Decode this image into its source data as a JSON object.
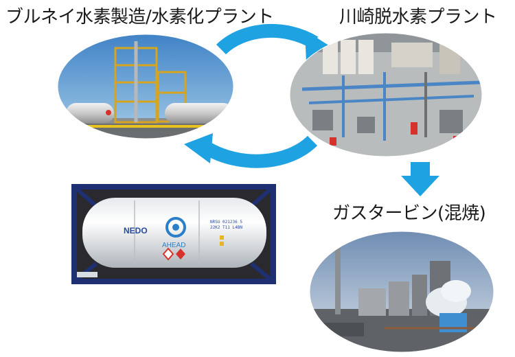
{
  "labels": {
    "brunei_plant": "ブルネイ水素製造/水素化プラント",
    "kawasaki_plant": "川崎脱水素プラント",
    "gas_turbine": "ガスタービン(混焼)"
  },
  "container": {
    "logo_left": "NEDO",
    "logo_center": "AHEAD",
    "serial_line_1": "NRSU 021236 5",
    "serial_line_2": "22K2 T11 L4BN"
  },
  "colors": {
    "arrow": "#1fa2e2",
    "text": "#1a1a1a",
    "frame": "#1e2f72"
  }
}
